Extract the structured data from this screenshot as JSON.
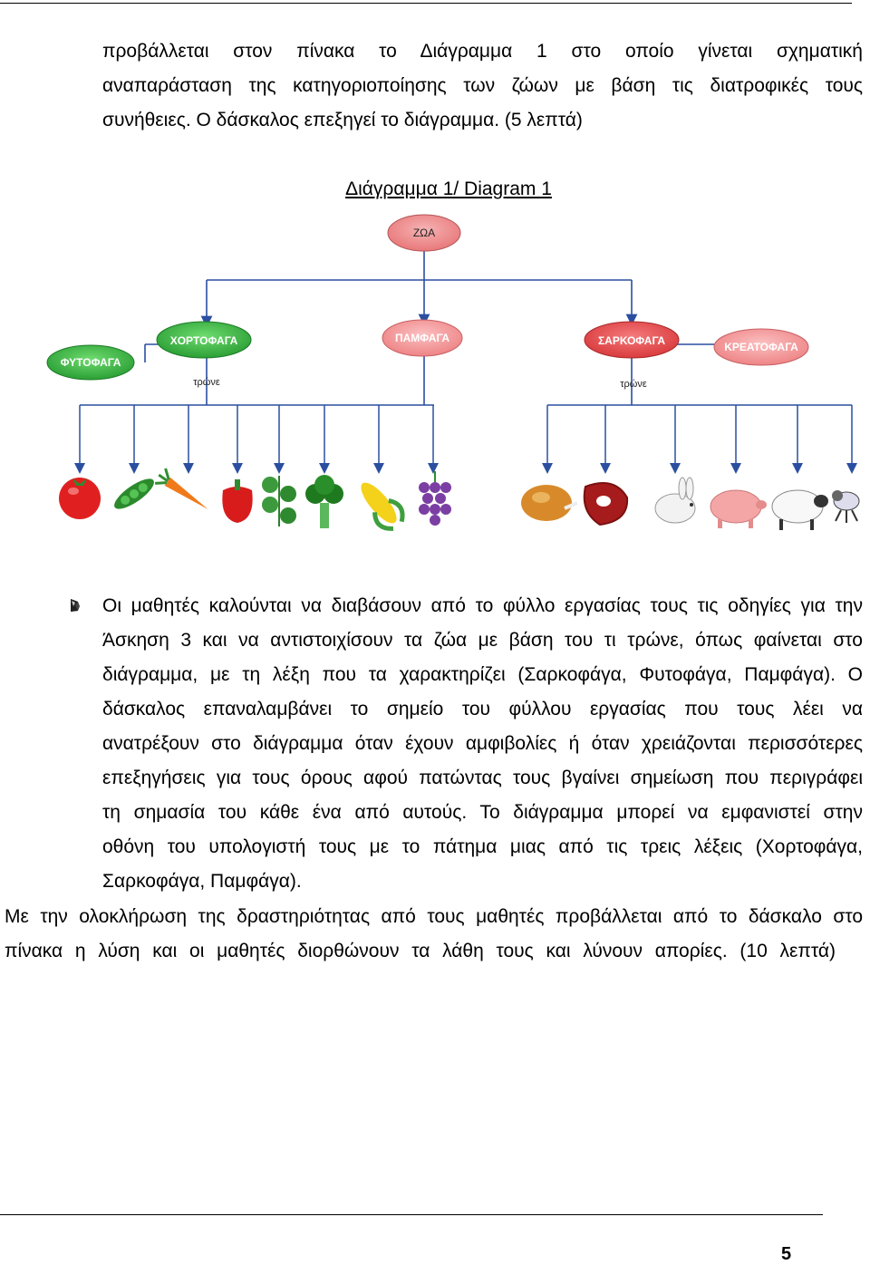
{
  "header_lines": [
    "προβάλλεται στον πίνακα το Διάγραμμα 1 στο οποίο γίνεται σχηματική",
    "αναπαράσταση της κατηγοριοποίησης των ζώων με βάση τις διατροφικές τους",
    "συνήθειες. Ο δάσκαλος επεξηγεί το διάγραμμα. (5 λεπτά)"
  ],
  "caption": "Διάγραμμα 1/ Diagram 1",
  "diagram": {
    "root": "ΖΩΑ",
    "nodes": [
      "ΦΥΤΟΦΑΓΑ",
      "ΧΟΡΤΟΦΑΓΑ",
      "ΠΑΜΦΑΓΑ",
      "ΣΑΡΚΟΦΑΓΑ",
      "ΚΡΕΑΤΟΦΑΓΑ"
    ],
    "edge_label": "τρώνε",
    "plant_items": [
      "tomato-icon",
      "pea-pod-icon",
      "carrot-icon",
      "pepper-icon",
      "leaves-icon",
      "broccoli-icon",
      "corn-icon",
      "grapes-icon"
    ],
    "animal_items": [
      "roast-chicken-icon",
      "steak-icon",
      "rabbit-icon",
      "pig-icon",
      "sheep-icon",
      "insect-icon"
    ],
    "colors": {
      "root": "#e8787a",
      "herb": "#3cb043",
      "omni": "#ef8a8c",
      "carn": "#e8484a"
    }
  },
  "paragraph_lines": [
    "Οι μαθητές καλούνται να διαβάσουν από το φύλλο εργασίας τους τις οδηγίες για την",
    "Άσκηση 3 και να αντιστοιχίσουν τα ζώα με βάση του τι τρώνε, όπως φαίνεται στο",
    "διάγραμμα, με τη λέξη που τα χαρακτηρίζει (Σαρκοφάγα, Φυτοφάγα, Παμφάγα). Ο",
    "δάσκαλος επαναλαμβάνει το σημείο του φύλλου εργασίας που τους λέει να",
    "ανατρέξουν στο διάγραμμα όταν έχουν αμφιβολίες ή όταν χρειάζονται περισσότερες",
    "επεξηγήσεις για τους όρους αφού πατώντας τους βγαίνει σημείωση που περιγράφει",
    "τη σημασία του κάθε ένα από αυτούς. Το διάγραμμα μπορεί να εμφανιστεί στην",
    "οθόνη του υπολογιστή τους με το πάτημα μιας από τις τρεις λέξεις (Χορτοφάγα,",
    "Σαρκοφάγα, Παμφάγα)."
  ],
  "closing_lines": [
    "Με την ολοκλήρωση της δραστηριότητας από τους μαθητές προβάλλεται από το δάσκαλο στο",
    "πίνακα η λύση και οι μαθητές διορθώνουν τα λάθη τους και λύνουν απορίες. (10 λεπτά)"
  ],
  "page_number": "5"
}
